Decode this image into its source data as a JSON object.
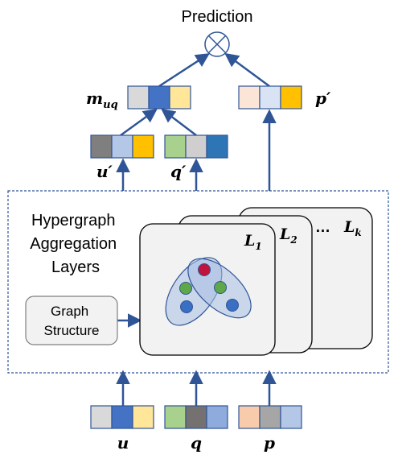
{
  "title": "Prediction",
  "labels": {
    "m_uq": {
      "base": "m",
      "sub": "uq"
    },
    "p_prime": "p′",
    "u_prime": "u′",
    "q_prime": "q′",
    "u": "u",
    "q": "q",
    "p": "p",
    "L1": {
      "base": "L",
      "sub": "1"
    },
    "L2": {
      "base": "L",
      "sub": "2"
    },
    "ellipsis": "…",
    "Lk": {
      "base": "L",
      "sub": "k"
    }
  },
  "hypergraph_label": {
    "line1": "Hypergraph",
    "line2": "Aggregation",
    "line3": "Layers"
  },
  "graph_structure": {
    "line1": "Graph",
    "line2": "Structure"
  },
  "colors": {
    "arrow": "#2f5597",
    "box_border": "#2f5597",
    "layer_fill": "#f2f2f2",
    "node_red": "#c0143c",
    "node_green": "#5ea84a",
    "node_blue": "#3b6fc4",
    "ellipse_fill": "#a9bfe3"
  },
  "vectors": {
    "m_uq": [
      "#d9d9d9",
      "#4472c4",
      "#ffe699"
    ],
    "p_prime": [
      "#fbe5d6",
      "#dae3f3",
      "#ffc000"
    ],
    "u_prime": [
      "#7f7f7f",
      "#b4c7e7",
      "#ffc000"
    ],
    "q_prime": [
      "#a9d18e",
      "#d0cece",
      "#2e75b6"
    ],
    "u": [
      "#d9d9d9",
      "#4472c4",
      "#ffe699"
    ],
    "q": [
      "#a9d18e",
      "#767171",
      "#8faadc"
    ],
    "p": [
      "#f8cbad",
      "#a6a6a6",
      "#b4c7e7"
    ]
  }
}
